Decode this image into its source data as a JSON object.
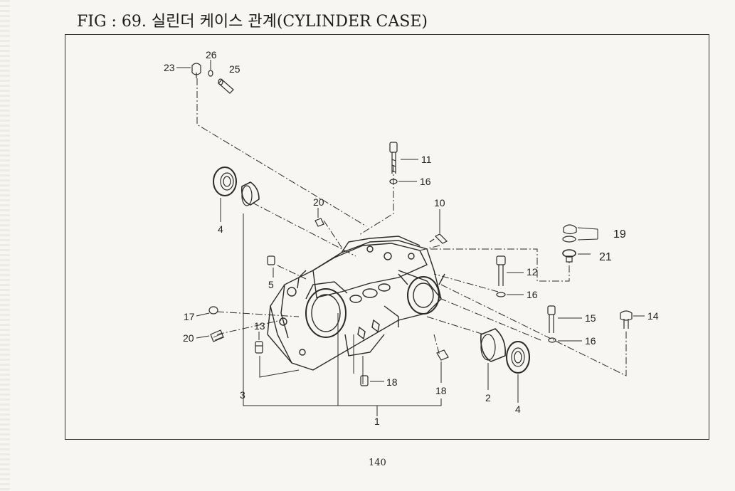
{
  "figure": {
    "title": "FIG : 69. 실린더 케이스 관계(CYLINDER CASE)"
  },
  "callouts": [
    {
      "id": "c23",
      "text": "23"
    },
    {
      "id": "c26",
      "text": "26"
    },
    {
      "id": "c25",
      "text": "25"
    },
    {
      "id": "c11",
      "text": "11"
    },
    {
      "id": "c16a",
      "text": "16"
    },
    {
      "id": "c10",
      "text": "10"
    },
    {
      "id": "c20a",
      "text": "20"
    },
    {
      "id": "c4a",
      "text": "4"
    },
    {
      "id": "c19",
      "text": "19"
    },
    {
      "id": "c21",
      "text": "21"
    },
    {
      "id": "c12",
      "text": "12"
    },
    {
      "id": "c16b",
      "text": "16"
    },
    {
      "id": "c5",
      "text": "5"
    },
    {
      "id": "c15",
      "text": "15"
    },
    {
      "id": "c14",
      "text": "14"
    },
    {
      "id": "c17",
      "text": "17"
    },
    {
      "id": "c16c",
      "text": "16"
    },
    {
      "id": "c13",
      "text": "13"
    },
    {
      "id": "c20b",
      "text": "20"
    },
    {
      "id": "c18a",
      "text": "18"
    },
    {
      "id": "c18b",
      "text": "18"
    },
    {
      "id": "c3",
      "text": "3"
    },
    {
      "id": "c2",
      "text": "2"
    },
    {
      "id": "c4b",
      "text": "4"
    },
    {
      "id": "c1",
      "text": "1"
    }
  ],
  "page_number": "140"
}
